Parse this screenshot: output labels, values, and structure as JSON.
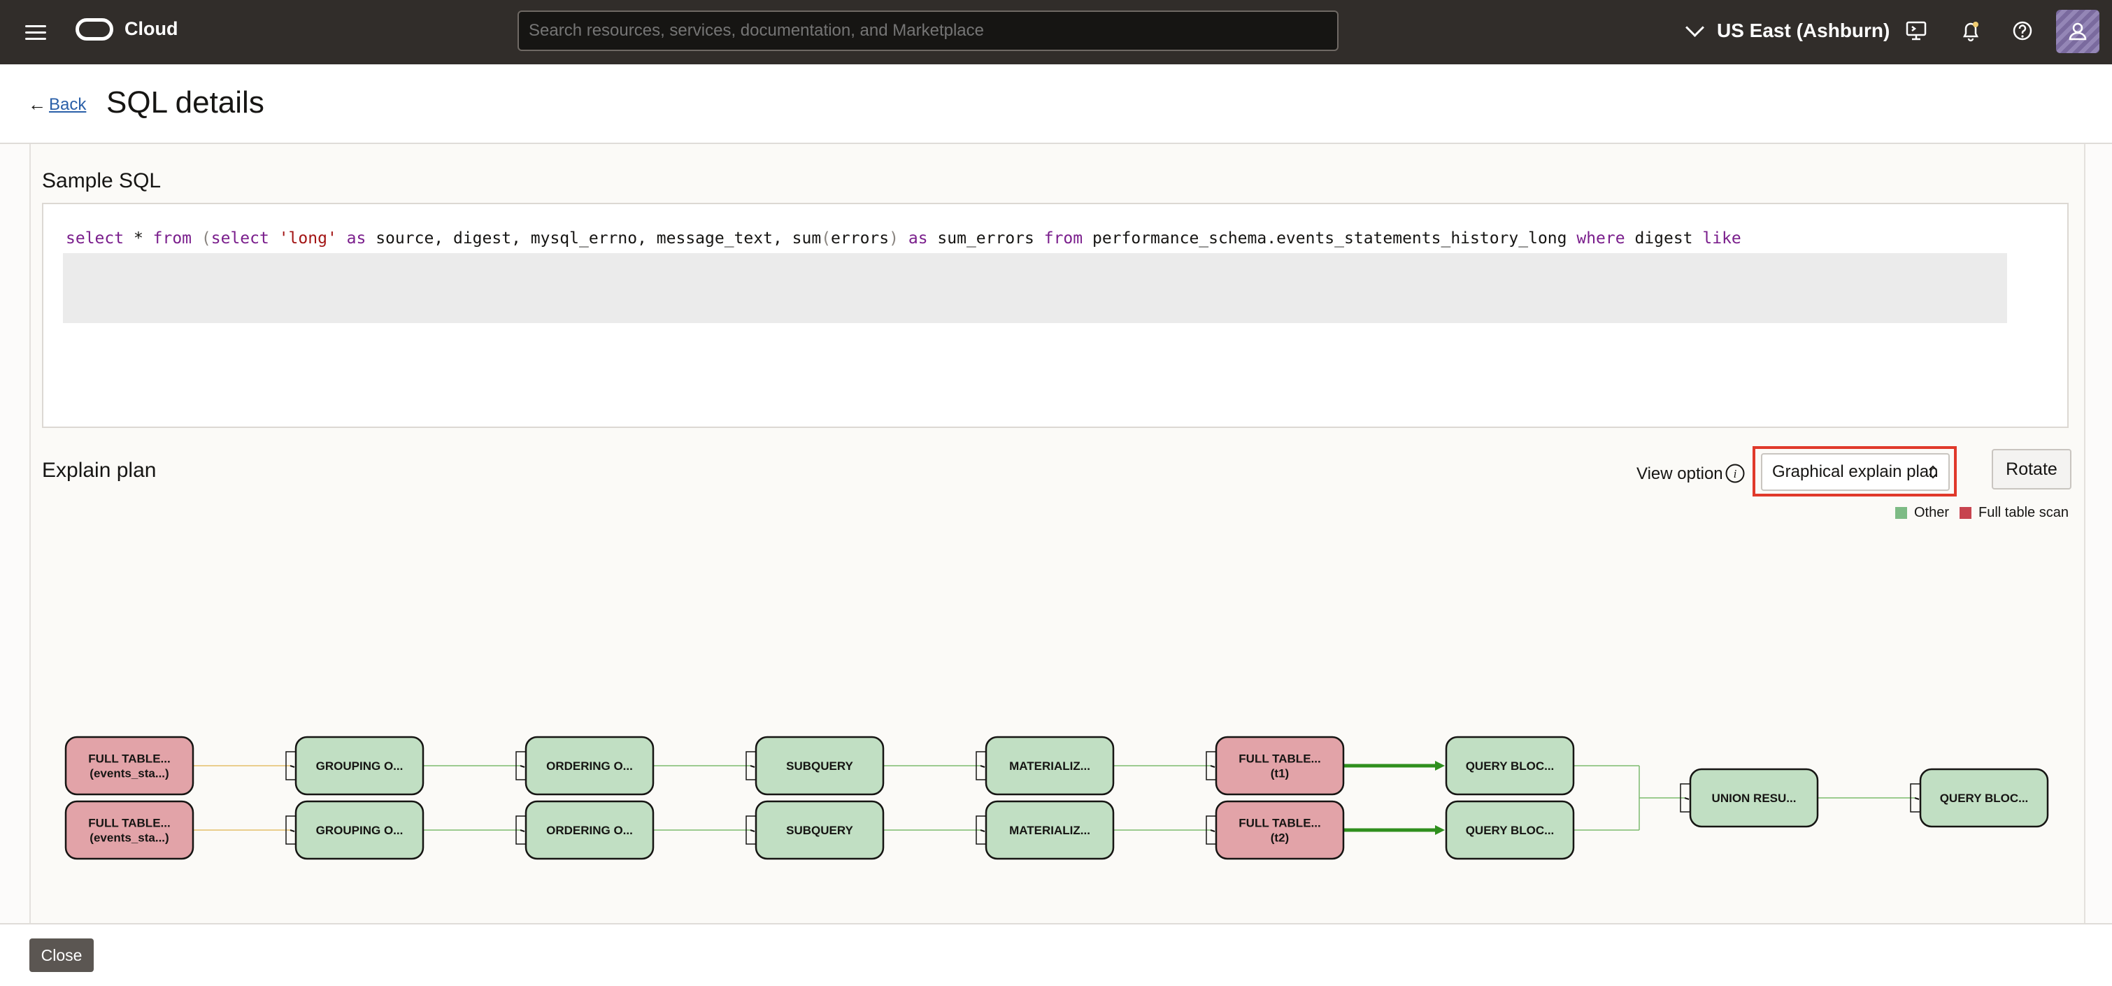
{
  "header": {
    "brand": "Cloud",
    "search_placeholder": "Search resources, services, documentation, and Marketplace",
    "region": "US East (Ashburn)"
  },
  "page": {
    "back_label": "Back",
    "title": "SQL details"
  },
  "sample_sql": {
    "title": "Sample SQL",
    "tokens": [
      {
        "t": "select",
        "c": "kw"
      },
      {
        "t": " * ",
        "c": ""
      },
      {
        "t": "from",
        "c": "kw"
      },
      {
        "t": " ",
        "c": ""
      },
      {
        "t": "(",
        "c": "paren"
      },
      {
        "t": "select",
        "c": "kw"
      },
      {
        "t": " ",
        "c": ""
      },
      {
        "t": "'long'",
        "c": "str"
      },
      {
        "t": " ",
        "c": ""
      },
      {
        "t": "as",
        "c": "kw"
      },
      {
        "t": " source, digest, mysql_errno, message_text, ",
        "c": ""
      },
      {
        "t": "sum",
        "c": ""
      },
      {
        "t": "(",
        "c": "paren"
      },
      {
        "t": "errors",
        "c": ""
      },
      {
        "t": ")",
        "c": "paren"
      },
      {
        "t": " ",
        "c": ""
      },
      {
        "t": "as",
        "c": "kw"
      },
      {
        "t": " sum_errors ",
        "c": ""
      },
      {
        "t": "from",
        "c": "kw"
      },
      {
        "t": " performance_schema.events_statements_history_long ",
        "c": ""
      },
      {
        "t": "where",
        "c": "kw"
      },
      {
        "t": " digest ",
        "c": ""
      },
      {
        "t": "like",
        "c": "kw"
      }
    ]
  },
  "explain_plan": {
    "title": "Explain plan",
    "view_option_label": "View option",
    "view_option_value": "Graphical explain plan",
    "rotate_label": "Rotate",
    "legend": [
      {
        "label": "Other",
        "color": "#7dbb85"
      },
      {
        "label": "Full table scan",
        "color": "#c7444f"
      }
    ],
    "colors": {
      "other_fill": "#c1dfc3",
      "scan_fill": "#e2a3a8",
      "edge": "#7dbb6f",
      "edge_thick": "#2f8f1e",
      "edge_scan": "#e5c06a"
    },
    "rows": [
      [
        {
          "lines": [
            "FULL TABLE...",
            "(events_sta...)"
          ],
          "kind": "scan"
        },
        {
          "lines": [
            "GROUPING O..."
          ],
          "kind": "other"
        },
        {
          "lines": [
            "ORDERING O..."
          ],
          "kind": "other"
        },
        {
          "lines": [
            "SUBQUERY"
          ],
          "kind": "other"
        },
        {
          "lines": [
            "MATERIALIZ..."
          ],
          "kind": "other"
        },
        {
          "lines": [
            "FULL TABLE...",
            "(t1)"
          ],
          "kind": "scan"
        },
        {
          "lines": [
            "QUERY BLOC..."
          ],
          "kind": "other"
        }
      ],
      [
        {
          "lines": [
            "FULL TABLE...",
            "(events_sta...)"
          ],
          "kind": "scan"
        },
        {
          "lines": [
            "GROUPING O..."
          ],
          "kind": "other"
        },
        {
          "lines": [
            "ORDERING O..."
          ],
          "kind": "other"
        },
        {
          "lines": [
            "SUBQUERY"
          ],
          "kind": "other"
        },
        {
          "lines": [
            "MATERIALIZ..."
          ],
          "kind": "other"
        },
        {
          "lines": [
            "FULL TABLE...",
            "(t2)"
          ],
          "kind": "scan"
        },
        {
          "lines": [
            "QUERY BLOC..."
          ],
          "kind": "other"
        }
      ]
    ],
    "merge_nodes": [
      {
        "lines": [
          "UNION RESU..."
        ],
        "kind": "other"
      },
      {
        "lines": [
          "QUERY BLOC..."
        ],
        "kind": "other"
      }
    ]
  },
  "footer": {
    "close_label": "Close"
  }
}
